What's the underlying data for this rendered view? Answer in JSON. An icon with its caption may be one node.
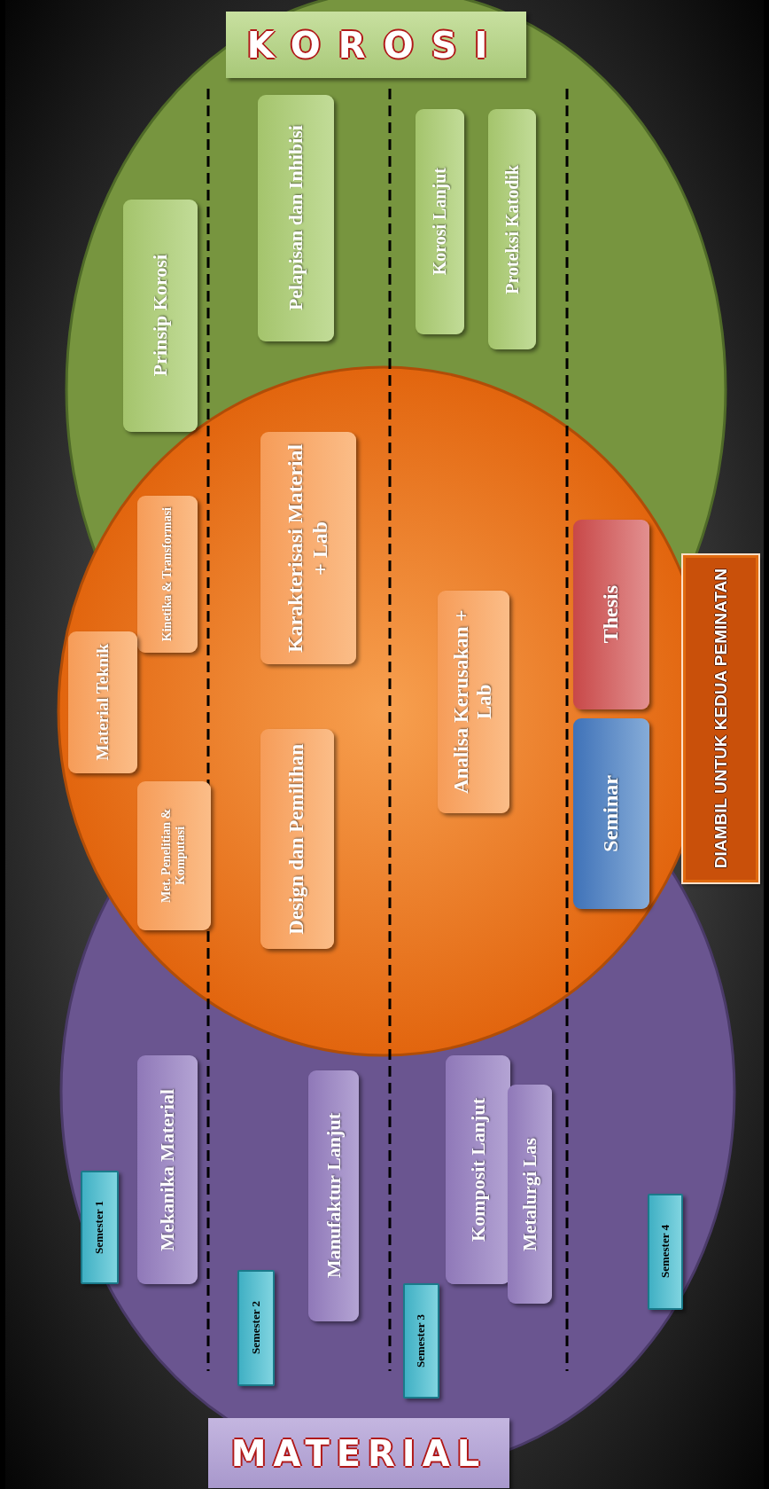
{
  "diagram": {
    "nodes": [
      {
        "text": [
          "KOROSI"
        ]
      },
      {
        "text": [
          "MATERIAL"
        ]
      },
      {
        "text": [
          "Prinsip Korosi"
        ]
      },
      {
        "text": [
          "Pelapisan dan Inhibisi"
        ]
      },
      {
        "text": [
          "Korosi Lanjut"
        ]
      },
      {
        "text": [
          "Proteksi Katodik"
        ]
      },
      {
        "text": [
          "Kinetika & Transformasi"
        ]
      },
      {
        "text": [
          "Material Teknik"
        ]
      },
      {
        "text": [
          "Met. Penelitian & Komputasi"
        ]
      },
      {
        "text": [
          "Karakterisasi Material + Lab"
        ]
      },
      {
        "text": [
          "Design dan Pemilihan"
        ]
      },
      {
        "text": [
          "Analisa Kerusakan + Lab"
        ]
      },
      {
        "text": [
          "Thesis"
        ]
      },
      {
        "text": [
          "Seminar"
        ]
      },
      {
        "text": [
          "DIAMBIL UNTUK KEDUA PEMINATAN"
        ]
      },
      {
        "text": [
          "Mekanika Material"
        ]
      },
      {
        "text": [
          "Manufaktur Lanjut"
        ]
      },
      {
        "text": [
          "Komposit Lanjut"
        ]
      },
      {
        "text": [
          "Metalurgi Las"
        ]
      },
      {
        "text": [
          "Semester 1"
        ]
      },
      {
        "text": [
          "Semester 2"
        ]
      },
      {
        "text": [
          "Semester 3"
        ]
      },
      {
        "text": [
          "Semester 4"
        ]
      }
    ],
    "edges": []
  }
}
